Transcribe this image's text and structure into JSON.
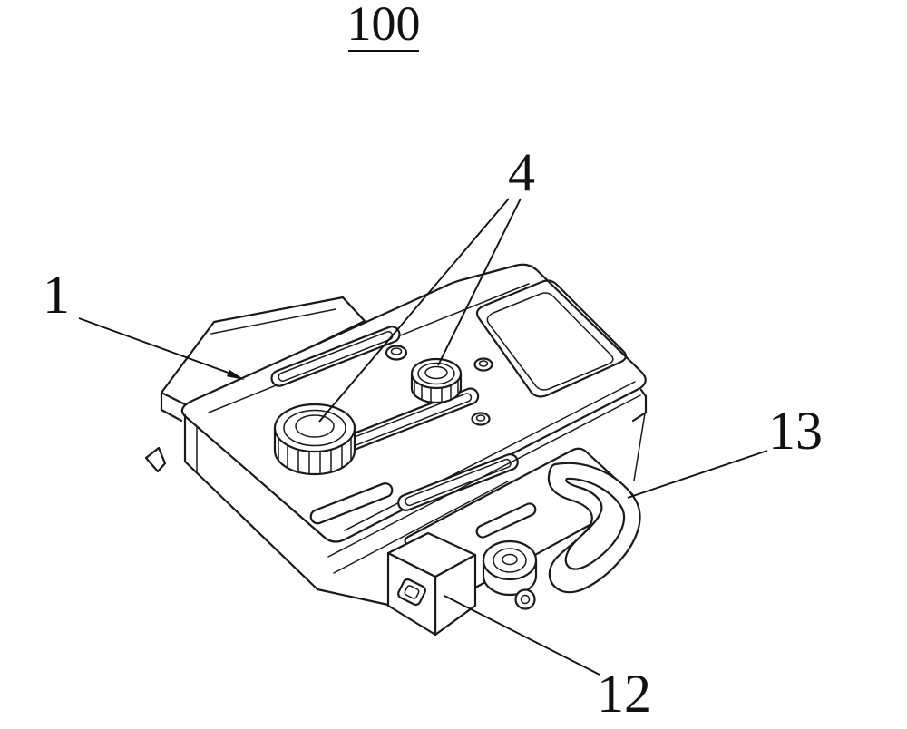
{
  "figure": {
    "figure_number": "100",
    "part_labels": {
      "label_1": "1",
      "label_4": "4",
      "label_12": "12",
      "label_13": "13"
    }
  },
  "colors": {
    "line": "#1a1a1a",
    "background": "#ffffff"
  }
}
